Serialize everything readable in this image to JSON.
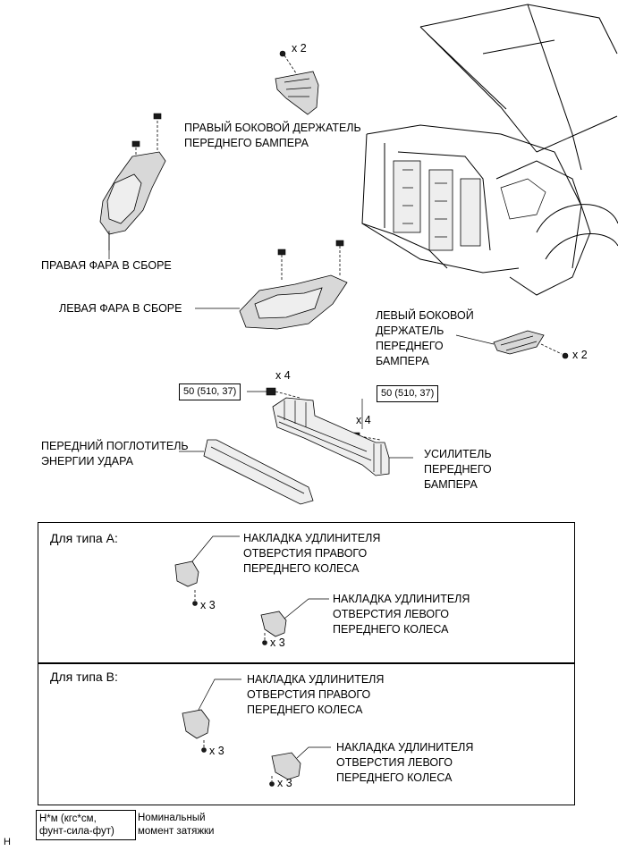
{
  "labels": {
    "right_side_retainer": "ПРАВЫЙ БОКОВОЙ ДЕРЖАТЕЛЬ\nПЕРЕДНЕГО БАМПЕРА",
    "right_headlight": "ПРАВАЯ ФАРА В СБОРЕ",
    "left_headlight": "ЛЕВАЯ ФАРА В СБОРЕ",
    "left_side_retainer": "ЛЕВЫЙ БОКОВОЙ\nДЕРЖАТЕЛЬ\nПЕРЕДНЕГО\nБАМПЕРА",
    "energy_absorber": "ПЕРЕДНИЙ ПОГЛОТИТЕЛЬ\nЭНЕРГИИ УДАРА",
    "reinforcement": "УСИЛИТЕЛЬ\nПЕРЕДНЕГО\nБАМПЕРА"
  },
  "quantities": {
    "top_clip": "x 2",
    "left_retainer_clip": "x 2",
    "bolts_left": "x 4",
    "bolts_right": "x 4"
  },
  "torque": {
    "left": "50 (510, 37)",
    "right": "50 (510, 37)"
  },
  "type_a": {
    "title": "Для типа A:",
    "right_cover": "НАКЛАДКА УДЛИНИТЕЛЯ\nОТВЕРСТИЯ ПРАВОГО\nПЕРЕДНЕГО КОЛЕСА",
    "left_cover": "НАКЛАДКА УДЛИНИТЕЛЯ\nОТВЕРСТИЯ ЛЕВОГО\nПЕРЕДНЕГО КОЛЕСА",
    "qty_right": "x 3",
    "qty_left": "x 3"
  },
  "type_b": {
    "title": "Для типа B:",
    "right_cover": "НАКЛАДКА УДЛИНИТЕЛЯ\nОТВЕРСТИЯ ПРАВОГО\nПЕРЕДНЕГО КОЛЕСА",
    "left_cover": "НАКЛАДКА УДЛИНИТЕЛЯ\nОТВЕРСТИЯ ЛЕВОГО\nПЕРЕДНЕГО КОЛЕСА",
    "qty_right": "x 3",
    "qty_left": "x 3"
  },
  "legend": {
    "unit": "Н*м (кгс*см,\nфунт-сила-фут)",
    "description": "Номинальный\nмомент затяжки"
  },
  "corner_mark": "H"
}
